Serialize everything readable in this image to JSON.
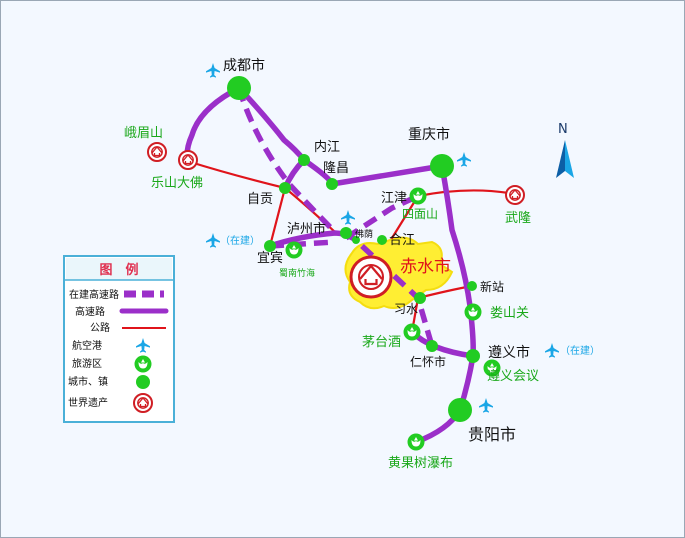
{
  "map": {
    "colors": {
      "background": "#f3f8ff",
      "expressway": "#9b2fc9",
      "highway": "#e0141b",
      "node": "#22cc22",
      "tourist": "#1aa81a",
      "airport": "#1aa6e6",
      "heritage": "#d01e24",
      "highlight": "#ffee33",
      "legend_title": "#e03050",
      "legend_border": "#4ab0d8"
    },
    "cities": {
      "chengdu": "成都市",
      "chongqing": "重庆市",
      "neijiang": "内江",
      "longchang": "隆昌",
      "zigong": "自贡",
      "luzhou": "泸州市",
      "foqi": "佛荫",
      "hejiang": "合江",
      "jiangjin": "江津",
      "yibin": "宜宾",
      "chishui": "赤水市",
      "xishui": "习水",
      "xinzhan": "新站",
      "renhuai": "仁怀市",
      "zunyi": "遵义市",
      "guiyang": "贵阳市"
    },
    "tourist_spots": {
      "leshan": "乐山大佛",
      "emei": "峨眉山",
      "simianshan": "四面山",
      "wulong": "武隆",
      "shunan": "蜀南竹海",
      "maotai": "茅台酒",
      "loushanguan": "娄山关",
      "zunyi_meeting": "遵义会议",
      "huangguoshu": "黄果树瀑布"
    },
    "notes": {
      "yibin_airport": "（在建）",
      "zunyi_airport": "（在建）"
    },
    "compass": "N",
    "legend": {
      "title": "图　例",
      "items": {
        "expressway_building": "在建高速路",
        "expressway": "高速路",
        "highway": "公路",
        "airport": "航空港",
        "tourist": "旅游区",
        "city": "城市、镇",
        "heritage": "世界遗产"
      }
    },
    "icons": {
      "airport": "airplane-icon",
      "tourist": "tourist-area-icon",
      "heritage": "world-heritage-icon",
      "city": "city-node-icon",
      "compass": "north-arrow-icon"
    }
  }
}
